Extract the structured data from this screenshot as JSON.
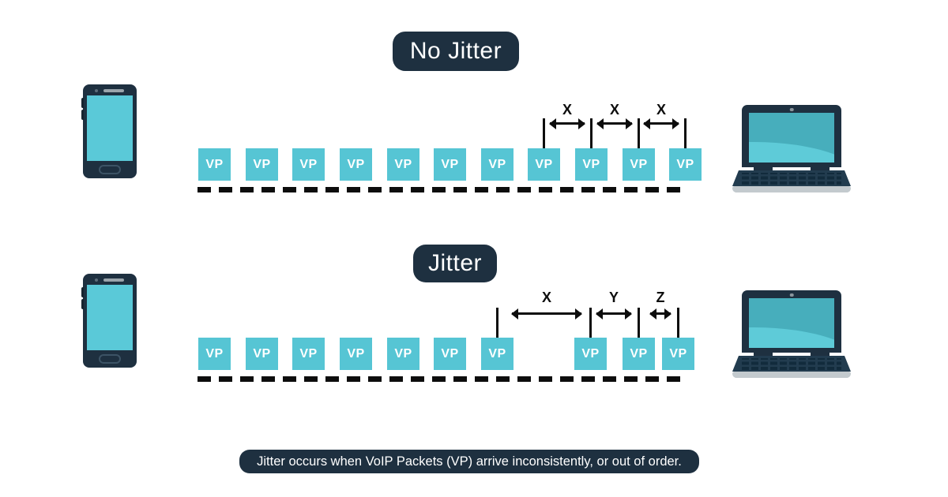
{
  "colors": {
    "navy": "#1e3040",
    "teal": "#56c5d4",
    "line": "#0d0d0d",
    "white": "#ffffff"
  },
  "icons": {
    "sender": "smartphone-icon",
    "receiver": "laptop-icon"
  },
  "sections": {
    "no_jitter": {
      "title": "No Jitter",
      "packet_label": "VP",
      "packet_count": 11,
      "gap_labels": [
        "X",
        "X",
        "X"
      ],
      "description": "packets evenly spaced"
    },
    "jitter": {
      "title": "Jitter",
      "packet_label": "VP",
      "packet_count": 10,
      "gap_labels": [
        "X",
        "Y",
        "Z"
      ],
      "description": "packets unevenly spaced"
    }
  },
  "caption": "Jitter occurs when VoIP Packets (VP) arrive inconsistently, or out of order."
}
